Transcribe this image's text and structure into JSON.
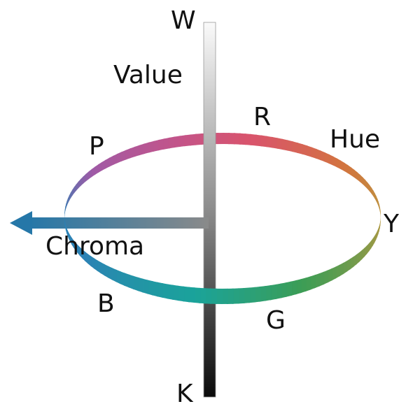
{
  "labels": {
    "white": "W",
    "black": "K",
    "value": "Value",
    "hue": "Hue",
    "chroma": "Chroma",
    "red": "R",
    "yellow": "Y",
    "green": "G",
    "blue": "B",
    "purple": "P"
  },
  "colors": {
    "red": "#d9546c",
    "orange": "#d2743e",
    "yellow": "#b99840",
    "green": "#3c9d55",
    "teal": "#1aa39a",
    "blue": "#2c82b5",
    "purple": "#9f5aa6",
    "magenta": "#c45488",
    "axis_top": "#fafafa",
    "axis_bottom": "#0a0a0a",
    "chroma_arrow_start": "#8a8a8a",
    "chroma_arrow_end": "#2577a8"
  }
}
